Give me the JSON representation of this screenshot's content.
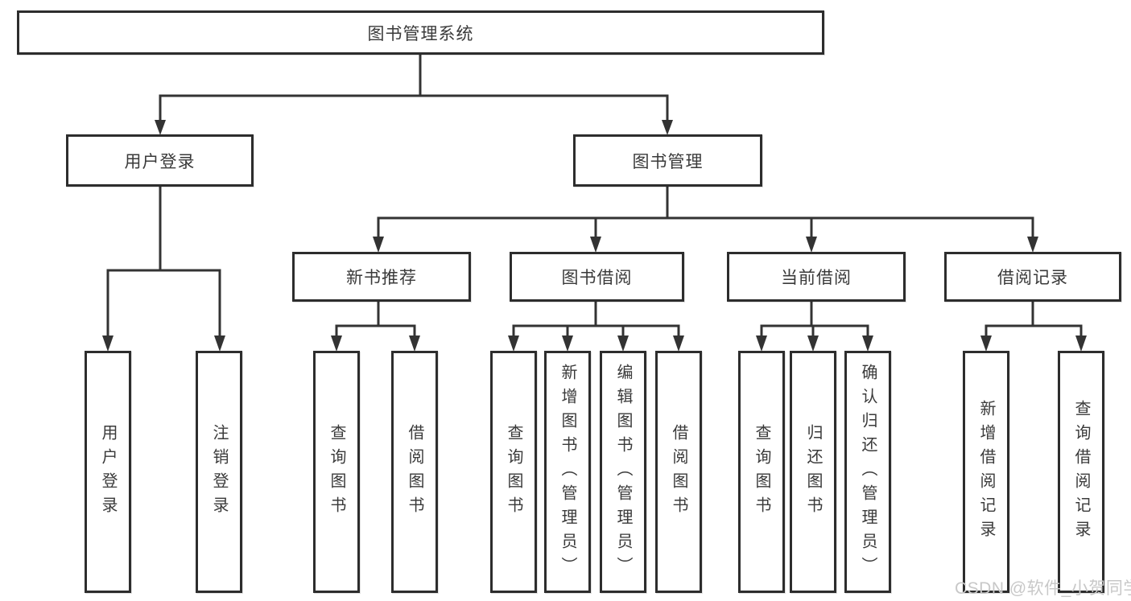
{
  "diagram": {
    "title": "图书管理系统",
    "root": {
      "label": "图书管理系统"
    },
    "level2": [
      {
        "label": "用户登录"
      },
      {
        "label": "图书管理"
      }
    ],
    "level3": [
      {
        "label": "新书推荐"
      },
      {
        "label": "图书借阅"
      },
      {
        "label": "当前借阅"
      },
      {
        "label": "借阅记录"
      }
    ],
    "leaves": {
      "user_login": [
        {
          "label": "用户登录"
        },
        {
          "label": "注销登录"
        }
      ],
      "new_book": [
        {
          "label": "查询图书"
        },
        {
          "label": "借阅图书"
        }
      ],
      "book_borrow": [
        {
          "label": "查询图书"
        },
        {
          "label": "新增图书（管理员）"
        },
        {
          "label": "编辑图书（管理员）"
        },
        {
          "label": "借阅图书"
        }
      ],
      "current_borrow": [
        {
          "label": "查询图书"
        },
        {
          "label": "归还图书"
        },
        {
          "label": "确认归还（管理员）"
        }
      ],
      "borrow_records": [
        {
          "label": "新增借阅记录"
        },
        {
          "label": "查询借阅记录"
        }
      ]
    },
    "colors": {
      "line": "#333333",
      "text": "#3a3a3a",
      "box_bg": "#ffffff",
      "watermark": "#c8c8c8"
    },
    "watermark": "CSDN @软件_小贺同学"
  }
}
